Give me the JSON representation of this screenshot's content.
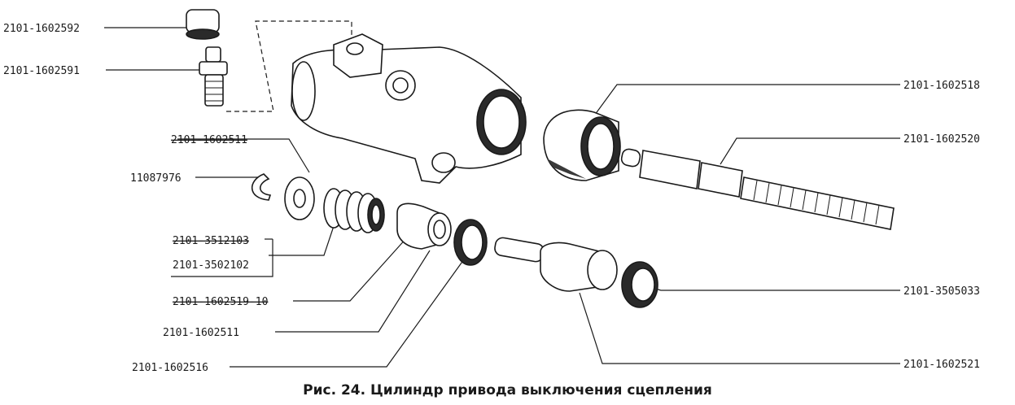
{
  "caption": "Рис. 24. Цилиндр привода выключения сцепления",
  "labels": {
    "cap": "2101-1602592",
    "bleeder": "2101-1602591",
    "washer_top": "2101-1602511",
    "clip": "11087976",
    "spring_a": "2101-3512103",
    "spring_b": "2101-3502102",
    "piston_small": "2101-1602519-10",
    "seal_ring": "2101-1602511",
    "cup": "2101-1602516",
    "boot": "2101-1602518",
    "pushrod": "2101-1602520",
    "dust_cover": "2101-3505033",
    "piston": "2101-1602521"
  }
}
